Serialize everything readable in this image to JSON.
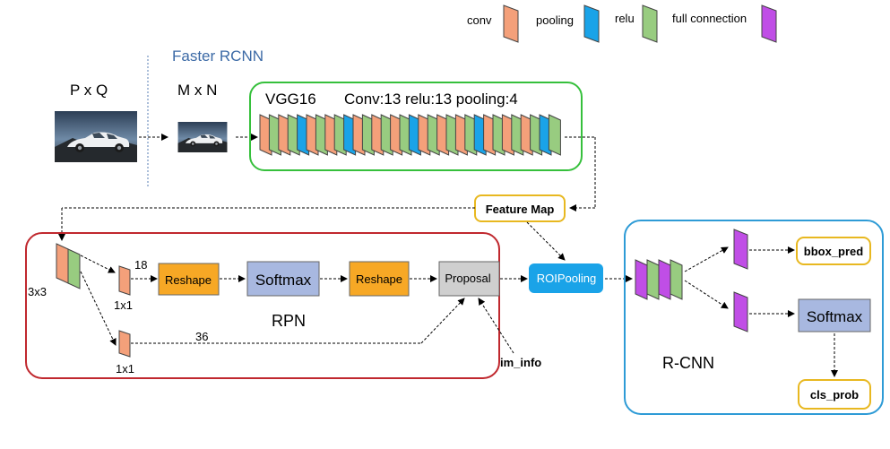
{
  "legend": {
    "conv": "conv",
    "pooling": "pooling",
    "relu": "relu",
    "full_connection": "full connection"
  },
  "colors": {
    "conv": "#f4a07a",
    "pooling": "#1aa3e8",
    "relu": "#98cc80",
    "full_connection": "#c04ee6",
    "reshape": "#f7a825",
    "softmax": "#a8b8e0",
    "proposal": "#cfcfcf",
    "roipooling": "#1aa3e8",
    "rpn_border": "#c0282e",
    "rcnn_border": "#2e9bd6",
    "vgg_border": "#36c03c",
    "output_border": "#e8b820"
  },
  "labels": {
    "faster_rcnn": "Faster RCNN",
    "pxq": "P x Q",
    "mxn": "M x N",
    "vgg_title": "VGG16",
    "vgg_info": "Conv:13 relu:13 pooling:4",
    "feature_map": "Feature Map",
    "k3x3": "3x3",
    "k1x1_top": "1x1",
    "k1x1_bottom": "1x1",
    "n18": "18",
    "n36": "36",
    "reshape1": "Reshape",
    "softmax_rpn": "Softmax",
    "reshape2": "Reshape",
    "proposal": "Proposal",
    "rpn": "RPN",
    "im_info": "im_info",
    "roipooling": "ROIPooling",
    "rcnn": "R-CNN",
    "bbox_pred": "bbox_pred",
    "softmax_rcnn": "Softmax",
    "cls_prob": "cls_prob"
  },
  "vgg_layers": [
    "conv",
    "relu",
    "conv",
    "relu",
    "pooling",
    "conv",
    "relu",
    "conv",
    "relu",
    "pooling",
    "conv",
    "relu",
    "conv",
    "relu",
    "conv",
    "relu",
    "pooling",
    "conv",
    "relu",
    "conv",
    "relu",
    "conv",
    "relu",
    "pooling",
    "conv",
    "relu",
    "conv",
    "relu",
    "conv",
    "relu",
    "pooling",
    "relu"
  ],
  "icons": {
    "input_image": "car-photo-icon",
    "scaled_image": "car-photo-icon"
  }
}
